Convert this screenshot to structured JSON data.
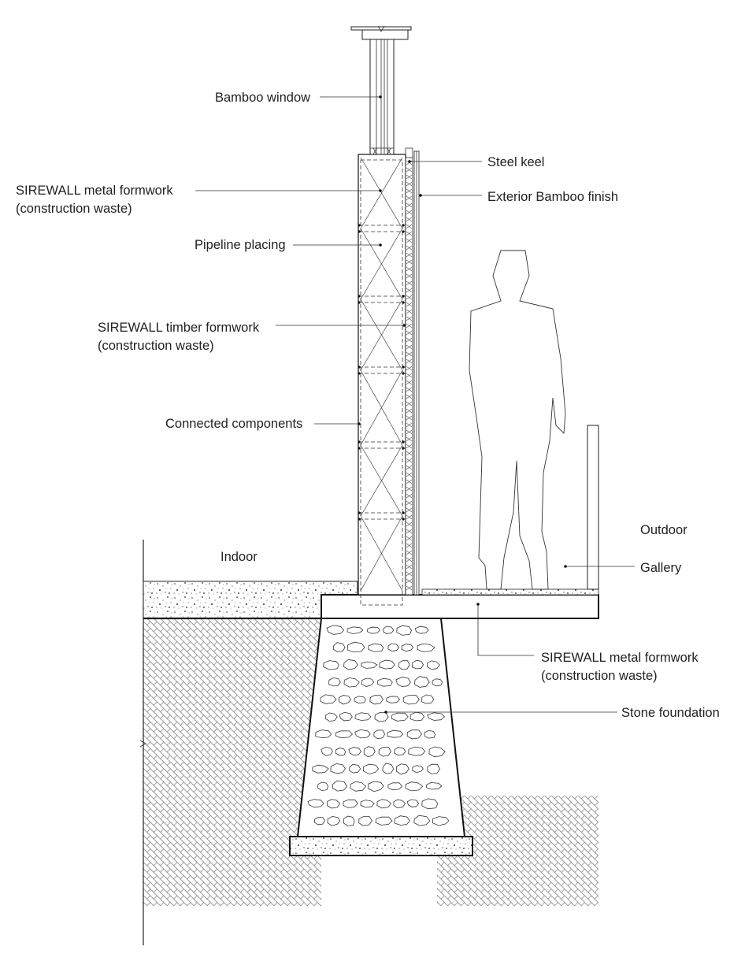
{
  "labels": {
    "bamboo_window": "Bamboo window",
    "steel_keel": "Steel keel",
    "sirewall_metal_top_line1": "SIREWALL metal formwork",
    "sirewall_metal_top_line2": "(construction waste)",
    "exterior_bamboo": "Exterior Bamboo finish",
    "pipeline": "Pipeline placing",
    "sirewall_timber_line1": "SIREWALL timber formwork",
    "sirewall_timber_line2": "(construction waste)",
    "connected": "Connected components",
    "outdoor": "Outdoor",
    "indoor": "Indoor",
    "gallery": "Gallery",
    "sirewall_metal_bottom_line1": "SIREWALL metal formwork",
    "sirewall_metal_bottom_line2": "(construction waste)",
    "stone_foundation": "Stone foundation"
  },
  "colors": {
    "line": "#222222",
    "text": "#222222",
    "hatch": "#777777",
    "background": "#ffffff"
  }
}
